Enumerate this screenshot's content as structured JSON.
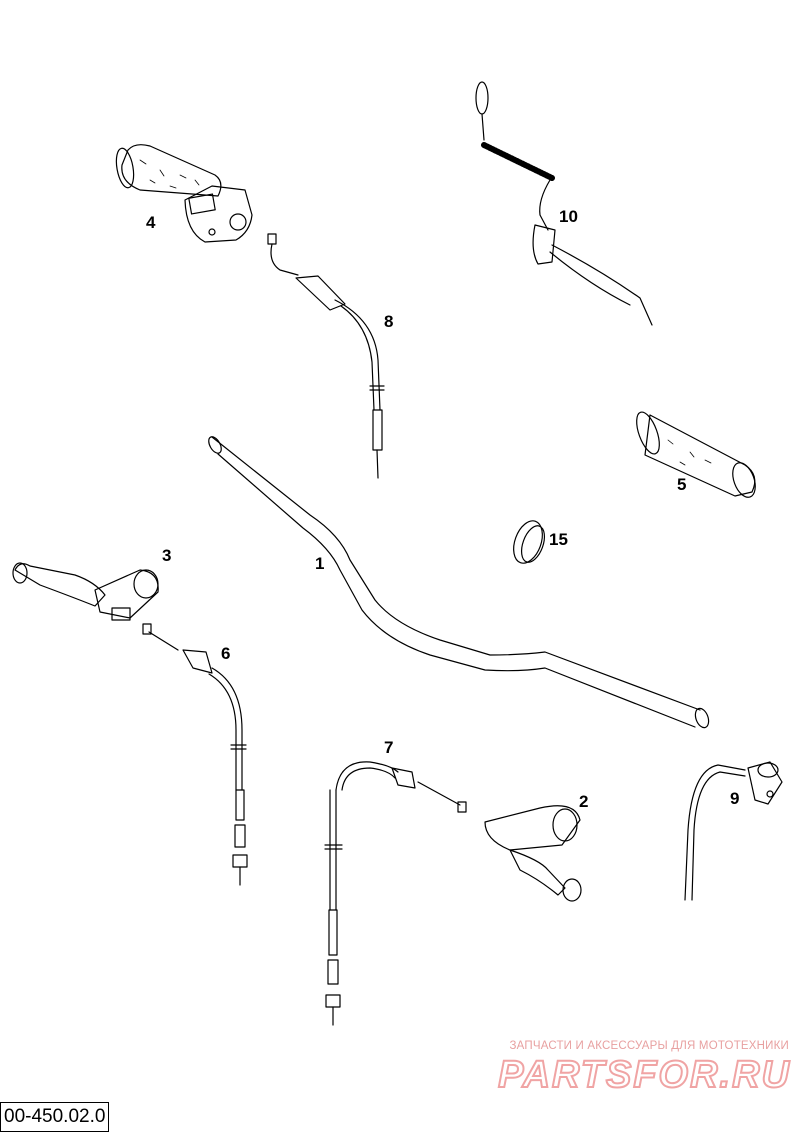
{
  "diagram": {
    "drawing_code": "00-450.02.0",
    "parts": [
      {
        "number": "1",
        "name_hint": "handlebar"
      },
      {
        "number": "2",
        "name_hint": "lever-right"
      },
      {
        "number": "3",
        "name_hint": "lever-left"
      },
      {
        "number": "4",
        "name_hint": "throttle-grip"
      },
      {
        "number": "5",
        "name_hint": "grip"
      },
      {
        "number": "6",
        "name_hint": "cable"
      },
      {
        "number": "7",
        "name_hint": "cable"
      },
      {
        "number": "8",
        "name_hint": "cable"
      },
      {
        "number": "9",
        "name_hint": "switch"
      },
      {
        "number": "10",
        "name_hint": "kill-switch-lanyard"
      },
      {
        "number": "15",
        "name_hint": "clamp"
      }
    ]
  },
  "watermark": {
    "subtitle": "ЗАПЧАСТИ И АКСЕССУАРЫ ДЛЯ МОТОТЕХНИКИ",
    "brand": "PARTSFOR.RU",
    "color": "#f0a4a4"
  }
}
